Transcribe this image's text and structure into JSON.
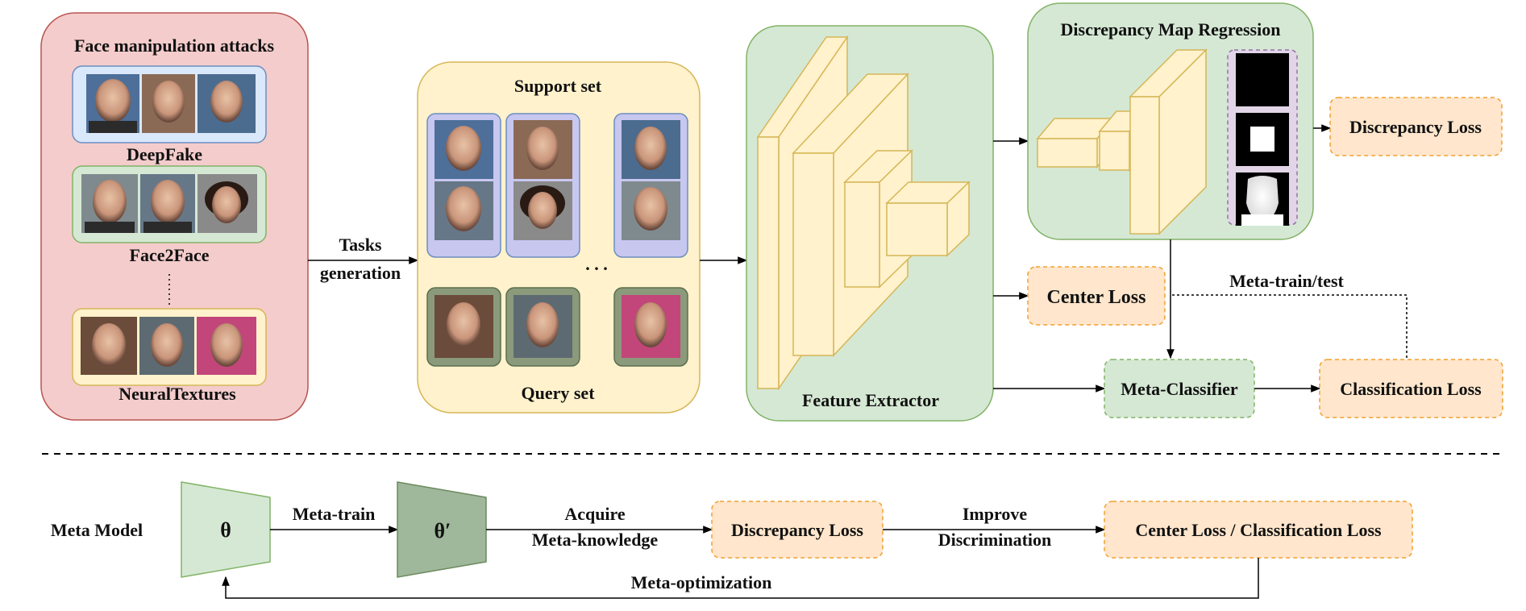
{
  "top": {
    "attacks_title": "Face manipulation attacks",
    "deepfake_label": "DeepFake",
    "face2face_label": "Face2Face",
    "neuraltextures_label": "NeuralTextures",
    "tasks_label_line1": "Tasks",
    "tasks_label_line2": "generation",
    "support_set_label": "Support set",
    "query_set_label": "Query set",
    "ellipsis": ". . .",
    "feature_extractor_label": "Feature Extractor",
    "discrepancy_map_title": "Discrepancy Map Regression",
    "discrepancy_loss_label": "Discrepancy Loss",
    "center_loss_label": "Center Loss",
    "meta_train_test_label": "Meta-train/test",
    "meta_classifier_label": "Meta-Classifier",
    "classification_loss_label": "Classification Loss"
  },
  "bottom": {
    "meta_model_label": "Meta Model",
    "theta": "θ",
    "theta_prime": "θ′",
    "meta_train_label": "Meta-train",
    "acquire_line1": "Acquire",
    "acquire_line2": "Meta-knowledge",
    "discrepancy_loss_label": "Discrepancy Loss",
    "improve_line1": "Improve",
    "improve_line2": "Discrimination",
    "center_class_loss_label": "Center Loss / Classification Loss",
    "meta_optimization_label": "Meta-optimization"
  },
  "colors": {
    "attacks_bg": "#f4cccc",
    "attacks_border": "#b85450",
    "deepfake_bg": "#dae8fc",
    "face2face_bg": "#d5e8d4",
    "neural_bg": "#fff2cc",
    "support_bg": "#fff2cc",
    "support_card_bg": "#c7c7f0",
    "query_card_bg": "#8a9a7b",
    "feature_bg": "#d5e8d4",
    "cube_fill": "#fff2cc",
    "cube_stroke": "#d6b656",
    "loss_bg": "#ffe6cc",
    "loss_border": "#f0a030",
    "mask_panel_bg": "#e1d5e7",
    "theta_fill": "#d5e8d4",
    "theta_prime_fill": "#9fb79a"
  }
}
